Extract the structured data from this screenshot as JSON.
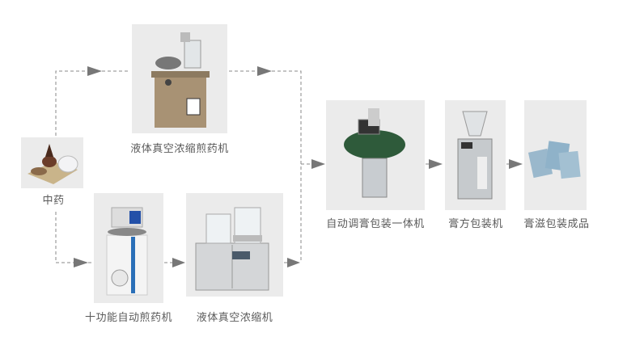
{
  "nodes": {
    "herb": {
      "label": "中药"
    },
    "vacuum_decoction": {
      "label": "液体真空浓缩煎药机"
    },
    "ten_function": {
      "label": "十功能自动煎药机"
    },
    "vacuum_concentrator": {
      "label": "液体真空浓缩机"
    },
    "paste_packing_combo": {
      "label": "自动调膏包装一体机"
    },
    "paste_packer": {
      "label": "膏方包装机"
    },
    "finished_product": {
      "label": "膏滋包装成品"
    }
  },
  "colors": {
    "line": "#8a8a8a",
    "arrow": "#777777",
    "text": "#5a5a5a",
    "photo_bg": "#ebebeb"
  }
}
